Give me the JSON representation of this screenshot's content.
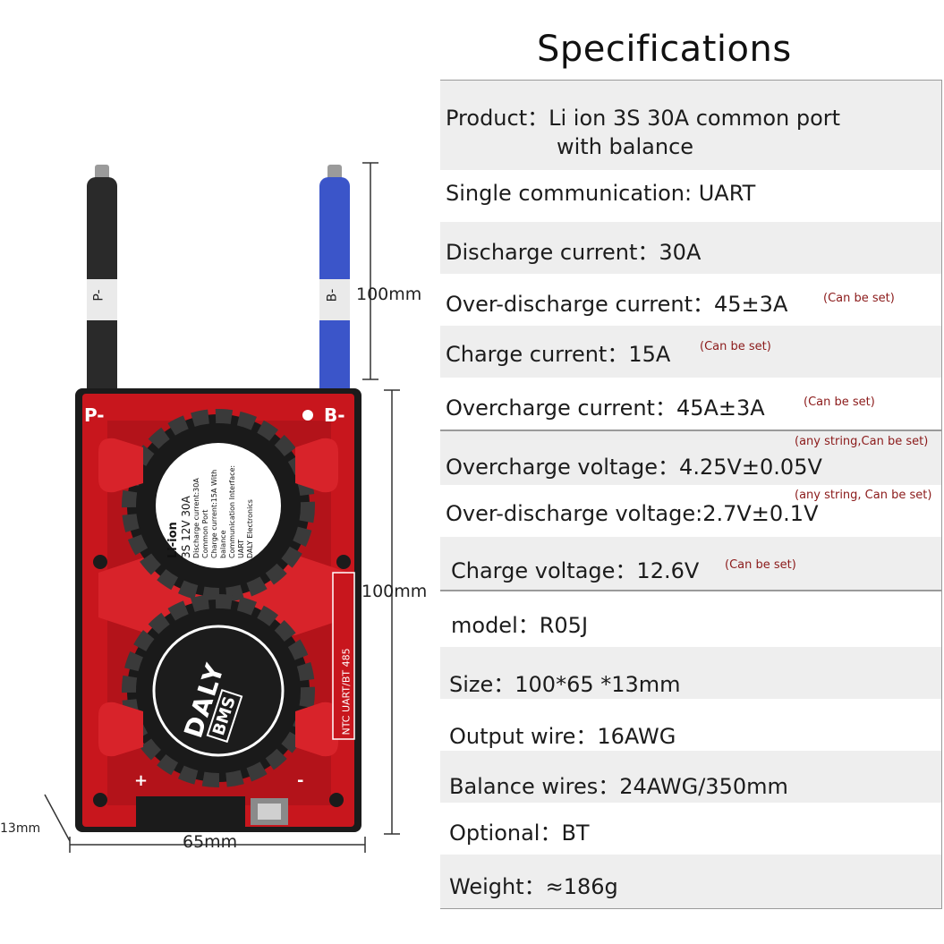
{
  "title": "Specifications",
  "specs": [
    {
      "label": "Product：Li ion 3S 30A common port",
      "label2": "with balance",
      "note": ""
    },
    {
      "label": "Single communication: UART",
      "note": ""
    },
    {
      "label": "Discharge current：30A",
      "note": ""
    },
    {
      "label": "Over-discharge current：45±3A",
      "note": "(Can be set)"
    },
    {
      "label": "Charge current：15A",
      "note": "(Can be set)"
    },
    {
      "label": "Overcharge current：45A±3A",
      "note": "(Can be set)"
    },
    {
      "label": "Overcharge voltage：4.25V±0.05V",
      "note": "(any string,Can be set)"
    },
    {
      "label": "Over-discharge voltage:2.7V±0.1V",
      "note": "(any string, Can be set)"
    },
    {
      "label": "Charge voltage：12.6V",
      "note": "(Can be set)"
    },
    {
      "label": "model：R05J",
      "note": ""
    },
    {
      "label": "Size：100*65 *13mm",
      "note": ""
    },
    {
      "label": "Output wire：16AWG",
      "note": ""
    },
    {
      "label": "Balance wires：24AWG/350mm",
      "note": ""
    },
    {
      "label": "Optional：BT",
      "note": ""
    },
    {
      "label": "Weight：≈186g",
      "note": ""
    }
  ],
  "dimensions": {
    "wire_length": "100mm",
    "board_height": "100mm",
    "board_width": "65mm",
    "thickness": "13mm"
  },
  "board": {
    "p_minus": "P-",
    "b_minus": "B-",
    "wire_p": "P-",
    "wire_b": "B-",
    "plus": "+",
    "minus": "-",
    "port_labels": "NTC  UART/BT  485",
    "fan_top_lines": [
      "Li-ion",
      "3S 12V 30A",
      "Discharge current:30A  Common Port",
      "Charge current:15A  With balance",
      "Communication Interface: UART",
      "DALY Electronics"
    ],
    "brand": "DALY",
    "bms": "BMS"
  },
  "colors": {
    "board_red": "#c8161d",
    "board_dark": "#a51016",
    "frame_black": "#1b1b1b",
    "wire_black": "#2a2a2a",
    "wire_blue": "#3b55c9",
    "note_red": "#8b1a1a"
  }
}
